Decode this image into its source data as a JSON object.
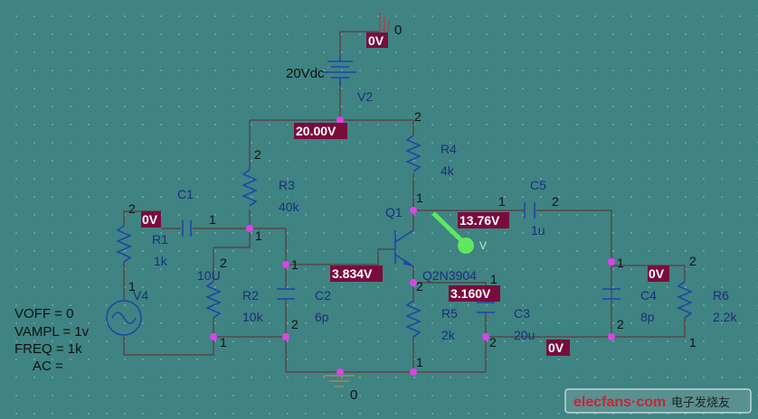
{
  "components": {
    "v2": {
      "name": "V2",
      "value": "20Vdc"
    },
    "r1": {
      "name": "R1",
      "value": "1k"
    },
    "r2": {
      "name": "R2",
      "value": "10k",
      "extra": "10U"
    },
    "r3": {
      "name": "R3",
      "value": "40k"
    },
    "r4": {
      "name": "R4",
      "value": "4k"
    },
    "r5": {
      "name": "R5",
      "value": "2k"
    },
    "r6": {
      "name": "R6",
      "value": "2.2k"
    },
    "c1": {
      "name": "C1"
    },
    "c2": {
      "name": "C2",
      "value": "6p"
    },
    "c3": {
      "name": "C3",
      "value": "20u"
    },
    "c4": {
      "name": "C4",
      "value": "8p"
    },
    "c5": {
      "name": "C5",
      "value": "1u"
    },
    "q1": {
      "name": "Q1",
      "model": "Q2N3904"
    },
    "v4": {
      "name": "V4",
      "params": [
        "VOFF = 0",
        "VAMPL = 1v",
        "FREQ = 1k",
        "AC ="
      ]
    }
  },
  "voltages": {
    "top_gnd": "0V",
    "vcc": "20.00V",
    "collector": "13.76V",
    "base": "3.834V",
    "emitter": "3.160V",
    "input": "0V",
    "output": "0V",
    "bottom": "0V"
  },
  "ground_labels": {
    "top": "0",
    "bottom": "0"
  },
  "probe_label": "V",
  "pins": [
    "1",
    "2"
  ],
  "watermark": {
    "text": "elecfans·com",
    "cn": "电子发烧友"
  },
  "colors": {
    "background": "#3f8383",
    "voltage_box": "#7a0c3c",
    "component": "#1d45a8",
    "node": "#e040e8",
    "probe": "#5ee85e"
  }
}
